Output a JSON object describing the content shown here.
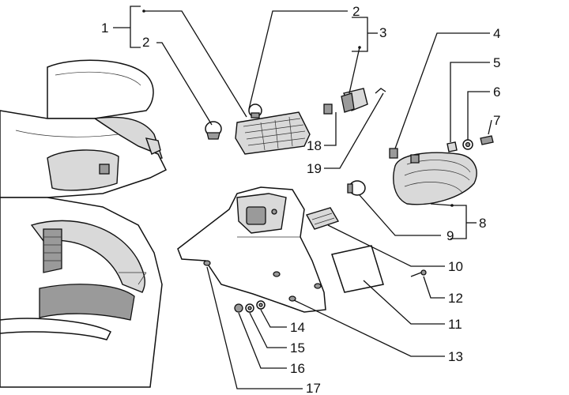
{
  "callouts": [
    {
      "id": "c1",
      "text": "1"
    },
    {
      "id": "c2a",
      "text": "2"
    },
    {
      "id": "c2b",
      "text": "2"
    },
    {
      "id": "c3",
      "text": "3"
    },
    {
      "id": "c4",
      "text": "4"
    },
    {
      "id": "c5",
      "text": "5"
    },
    {
      "id": "c6",
      "text": "6"
    },
    {
      "id": "c7",
      "text": "7"
    },
    {
      "id": "c8",
      "text": "8"
    },
    {
      "id": "c9",
      "text": "9"
    },
    {
      "id": "c10",
      "text": "10"
    },
    {
      "id": "c11",
      "text": "11"
    },
    {
      "id": "c12",
      "text": "12"
    },
    {
      "id": "c13",
      "text": "13"
    },
    {
      "id": "c14",
      "text": "14"
    },
    {
      "id": "c15",
      "text": "15"
    },
    {
      "id": "c16",
      "text": "16"
    },
    {
      "id": "c17",
      "text": "17"
    },
    {
      "id": "c18",
      "text": "18"
    },
    {
      "id": "c19",
      "text": "19"
    }
  ]
}
